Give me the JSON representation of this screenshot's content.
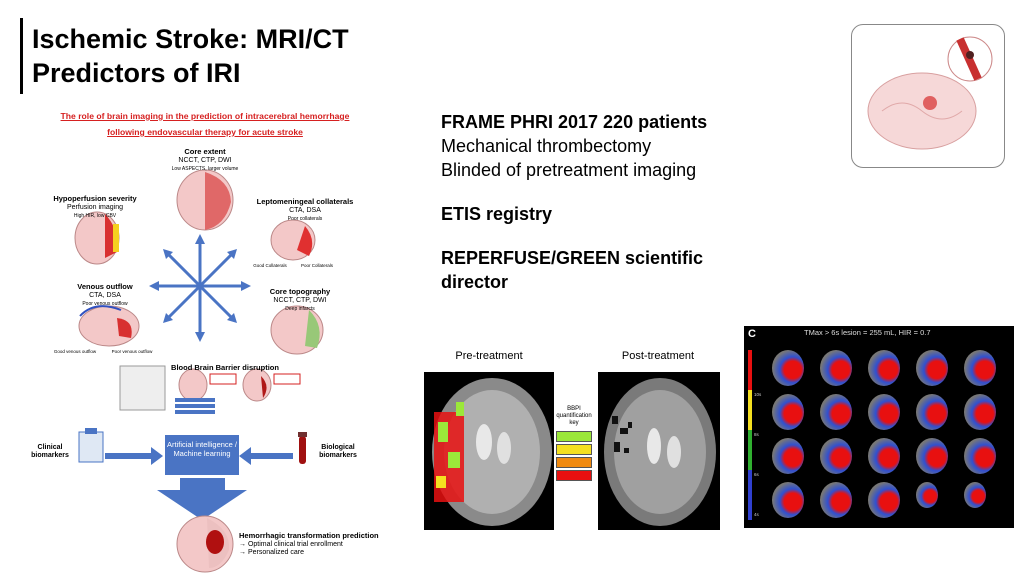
{
  "slide": {
    "title_line1": "Ischemic Stroke: MRI/CT",
    "title_line2": "Predictors of IRI"
  },
  "bullets": {
    "item1_bold": "FRAME PHRI 2017 220 patients",
    "item1_line2": "Mechanical thrombectomy",
    "item1_line3": "Blinded of pretreatment imaging",
    "item2_bold": "ETIS registry",
    "item3_bold": "REPERFUSE/GREEN scientific director"
  },
  "infographic": {
    "title_line1": "The role of brain imaging in the prediction of intracerebral hemorrhage",
    "title_line2": "following endovascular therapy for acute stroke",
    "core_extent": {
      "title": "Core extent",
      "sub": "NCCT, CTP, DWI",
      "note": "Low ASPECTS, larger volume"
    },
    "hypoperfusion": {
      "title": "Hypoperfusion severity",
      "sub": "Perfusion imaging",
      "note": "High HIR, low CBV"
    },
    "collaterals": {
      "title": "Leptomeningeal collaterals",
      "sub": "CTA, DSA",
      "note": "Poor collaterals",
      "good": "Good Collaterals",
      "poor": "Poor Collaterals"
    },
    "venous": {
      "title": "Venous outflow",
      "sub": "CTA, DSA",
      "note": "Poor venous outflow",
      "good": "Good venous outflow",
      "poor": "Poor venous outflow"
    },
    "topography": {
      "title": "Core topography",
      "sub": "NCCT, CTP, DWI",
      "note": "Deep infarcts"
    },
    "bbb": {
      "title": "Blood Brain Barrier disruption"
    },
    "ai": {
      "label": "Artificial intelligence / Machine learning"
    },
    "clinical": {
      "label": "Clinical biomarkers"
    },
    "biological": {
      "label": "Biological biomarkers"
    },
    "ht": {
      "title": "Hemorrhagic transformation prediction",
      "item1": "Optimal clinical trial enrollment",
      "item2": "Personalized care"
    }
  },
  "images": {
    "pre_label": "Pre-treatment",
    "post_label": "Post-treatment",
    "key_label": "BBPI quantification key",
    "key_colors": [
      "#9be83a",
      "#f5e020",
      "#f08a10",
      "#e81010"
    ],
    "tmax_letter": "C",
    "tmax_title": "TMax > 6s lesion = 255 mL, HIR = 0.7",
    "tmax_ticks": [
      "10s",
      "8s",
      "6s",
      "4s"
    ]
  },
  "colors": {
    "title_red": "#d62020",
    "arrow_blue": "#4a74c4",
    "ai_box": "#4a74c4"
  }
}
